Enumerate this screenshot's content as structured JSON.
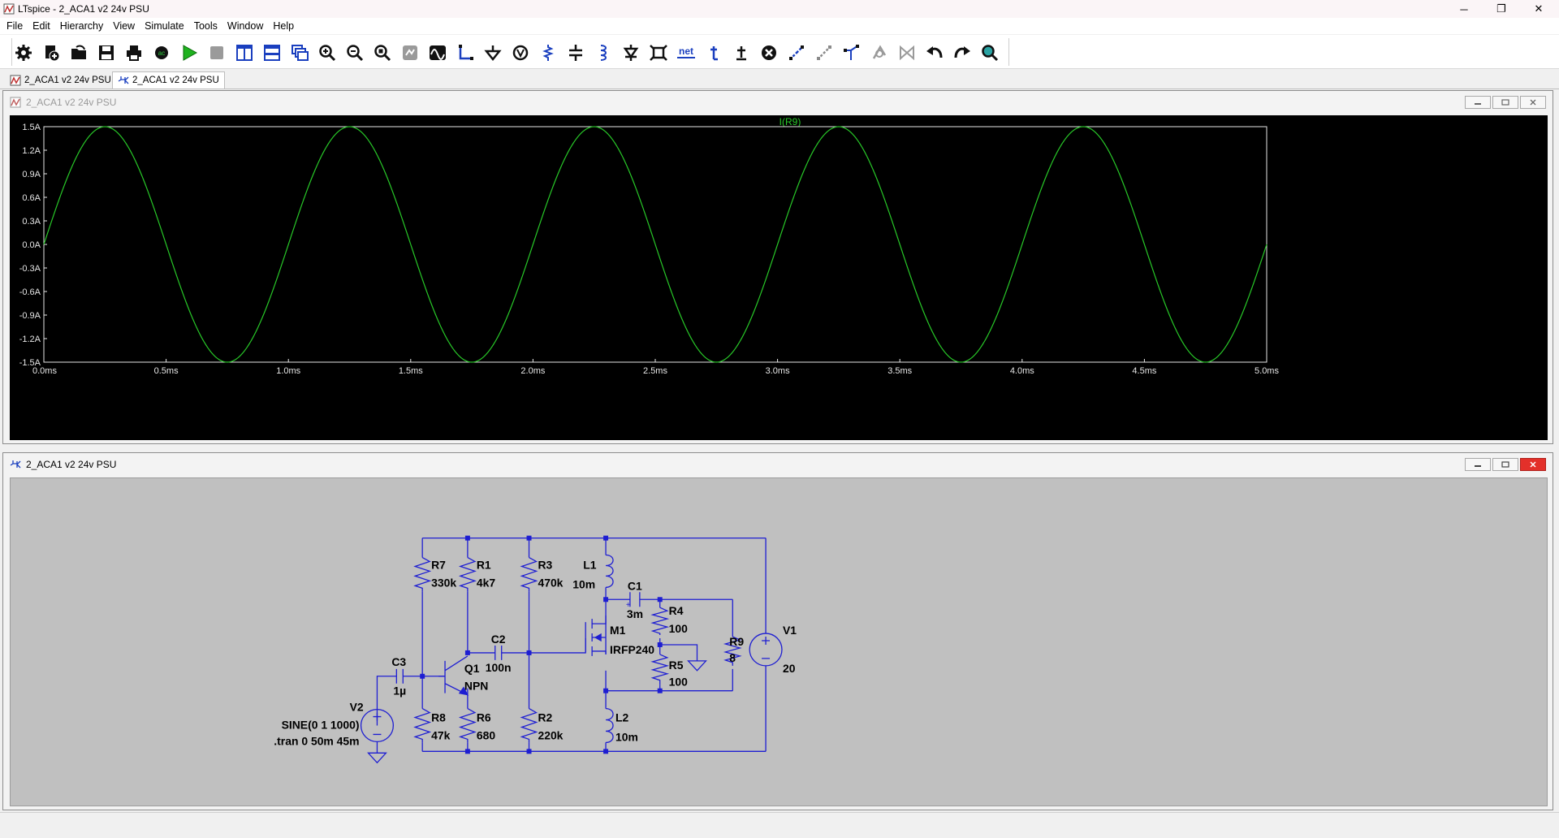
{
  "window": {
    "title": "LTspice - 2_ACA1 v2 24v PSU",
    "minimize": "─",
    "restore": "❐",
    "close": "✕"
  },
  "menu": {
    "items": [
      "File",
      "Edit",
      "Hierarchy",
      "View",
      "Simulate",
      "Tools",
      "Window",
      "Help"
    ]
  },
  "toolbar": {
    "net_label": "net"
  },
  "tabs": [
    {
      "label": "2_ACA1 v2 24v PSU",
      "icon": "waveform-icon",
      "active": false
    },
    {
      "label": "2_ACA1 v2 24v PSU",
      "icon": "schematic-icon",
      "active": true
    }
  ],
  "waveform_window": {
    "title": "2_ACA1 v2 24v PSU",
    "active": false
  },
  "schematic_window": {
    "title": "2_ACA1 v2 24v PSU",
    "active": true
  },
  "colors": {
    "trace": "#28c828",
    "plot_bg": "#000000",
    "plot_text": "#e6e6e6",
    "schematic_bg": "#c0c0c0",
    "wire": "#1e1ed2",
    "junction": "#1e1ed2"
  },
  "chart_data": {
    "type": "line",
    "title": "I(R9)",
    "xlabel": "",
    "ylabel": "",
    "xlim": [
      0,
      5.0
    ],
    "ylim": [
      -1.5,
      1.5
    ],
    "x_unit": "ms",
    "y_unit": "A",
    "x_ticks": [
      "0.0ms",
      "0.5ms",
      "1.0ms",
      "1.5ms",
      "2.0ms",
      "2.5ms",
      "3.0ms",
      "3.5ms",
      "4.0ms",
      "4.5ms",
      "5.0ms"
    ],
    "y_ticks": [
      "1.5A",
      "1.2A",
      "0.9A",
      "0.6A",
      "0.3A",
      "0.0A",
      "-0.3A",
      "-0.6A",
      "-0.9A",
      "-1.2A",
      "-1.5A"
    ],
    "grid": false,
    "series": [
      {
        "name": "I(R9)",
        "color": "#28c828",
        "x": [
          0.0,
          0.25,
          0.5,
          0.75,
          1.0,
          1.25,
          1.5,
          1.75,
          2.0,
          2.25,
          2.5,
          2.75,
          3.0,
          3.25,
          3.5,
          3.75,
          4.0,
          4.25,
          4.5,
          4.75,
          5.0
        ],
        "y": [
          0.0,
          1.5,
          0.0,
          -1.5,
          0.0,
          1.5,
          0.0,
          -1.5,
          0.0,
          1.5,
          0.0,
          -1.5,
          0.0,
          1.5,
          0.0,
          -1.5,
          0.0,
          1.5,
          0.0,
          -1.5,
          0.0
        ]
      }
    ]
  },
  "schematic": {
    "components": [
      {
        "ref": "R7",
        "value": "330k"
      },
      {
        "ref": "R1",
        "value": "4k7"
      },
      {
        "ref": "R3",
        "value": "470k"
      },
      {
        "ref": "L1",
        "value": "10m"
      },
      {
        "ref": "C1",
        "value": "3m"
      },
      {
        "ref": "R4",
        "value": "100"
      },
      {
        "ref": "R9",
        "value": "8"
      },
      {
        "ref": "V1",
        "value": "20"
      },
      {
        "ref": "C2",
        "value": "100n"
      },
      {
        "ref": "M1",
        "value": "IRFP240"
      },
      {
        "ref": "R5",
        "value": "100"
      },
      {
        "ref": "C3",
        "value": "1µ"
      },
      {
        "ref": "Q1",
        "value": "NPN"
      },
      {
        "ref": "R8",
        "value": "47k"
      },
      {
        "ref": "R6",
        "value": "680"
      },
      {
        "ref": "R2",
        "value": "220k"
      },
      {
        "ref": "L2",
        "value": "10m"
      },
      {
        "ref": "V2",
        "value": "SINE(0 1 1000)"
      }
    ],
    "directive": ".tran 0 50m 45m"
  }
}
